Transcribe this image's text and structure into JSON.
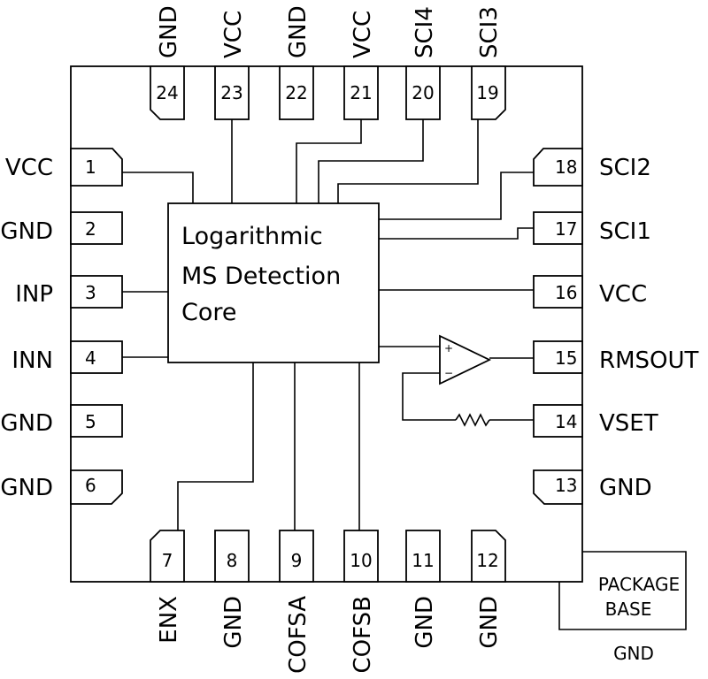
{
  "core": {
    "lines": [
      "Logarithmic",
      "MS Detection",
      "Core"
    ]
  },
  "package_base": {
    "label_lines": [
      "PACKAGE",
      "BASE"
    ],
    "pin_name": "GND"
  },
  "opamp": {
    "plus": "+",
    "minus": "−"
  },
  "pins": {
    "p1": {
      "num": "1",
      "name": "VCC"
    },
    "p2": {
      "num": "2",
      "name": "GND"
    },
    "p3": {
      "num": "3",
      "name": "INP"
    },
    "p4": {
      "num": "4",
      "name": "INN"
    },
    "p5": {
      "num": "5",
      "name": "GND"
    },
    "p6": {
      "num": "6",
      "name": "GND"
    },
    "p7": {
      "num": "7",
      "name": "ENX"
    },
    "p8": {
      "num": "8",
      "name": "GND"
    },
    "p9": {
      "num": "9",
      "name": "COFSA"
    },
    "p10": {
      "num": "10",
      "name": "COFSB"
    },
    "p11": {
      "num": "11",
      "name": "GND"
    },
    "p12": {
      "num": "12",
      "name": "GND"
    },
    "p13": {
      "num": "13",
      "name": "GND"
    },
    "p14": {
      "num": "14",
      "name": "VSET"
    },
    "p15": {
      "num": "15",
      "name": "RMSOUT"
    },
    "p16": {
      "num": "16",
      "name": "VCC"
    },
    "p17": {
      "num": "17",
      "name": "SCI1"
    },
    "p18": {
      "num": "18",
      "name": "SCI2"
    },
    "p19": {
      "num": "19",
      "name": "SCI3"
    },
    "p20": {
      "num": "20",
      "name": "SCI4"
    },
    "p21": {
      "num": "21",
      "name": "VCC"
    },
    "p22": {
      "num": "22",
      "name": "GND"
    },
    "p23": {
      "num": "23",
      "name": "VCC"
    },
    "p24": {
      "num": "24",
      "name": "GND"
    }
  }
}
